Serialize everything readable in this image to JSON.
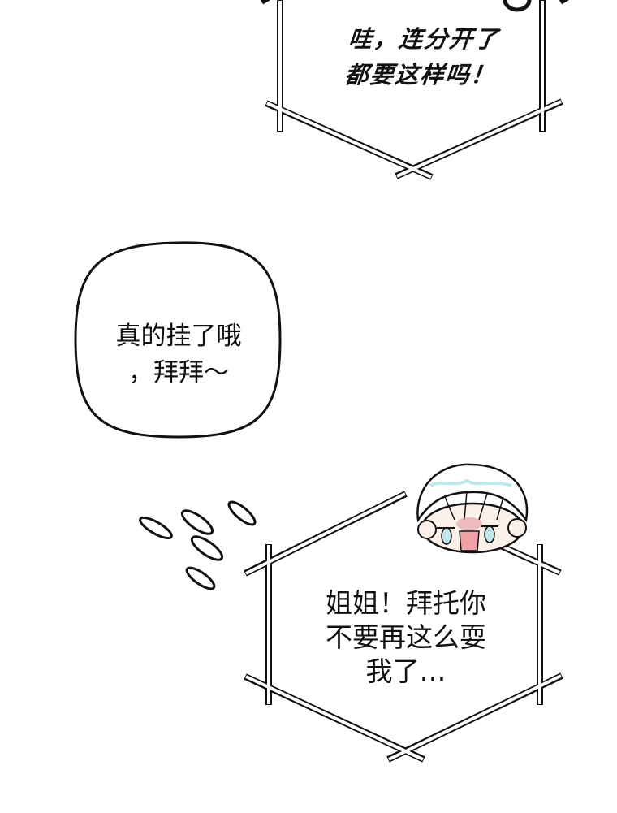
{
  "panel_top": {
    "speech_lines": [
      "哇，连分开了",
      "都要这样吗！"
    ]
  },
  "panel_middle": {
    "speech_lines": [
      "真的挂了哦",
      "，拜拜～"
    ]
  },
  "panel_bottom": {
    "speech_lines": [
      "姐姐！拜托你",
      "不要再这么耍",
      "我了…"
    ]
  },
  "colors": {
    "line": "#111111",
    "hair_tint": "#bfe6ea",
    "blush": "#e9a3ab",
    "mouth": "#f2a0a8",
    "skin": "#fbf1ea"
  }
}
